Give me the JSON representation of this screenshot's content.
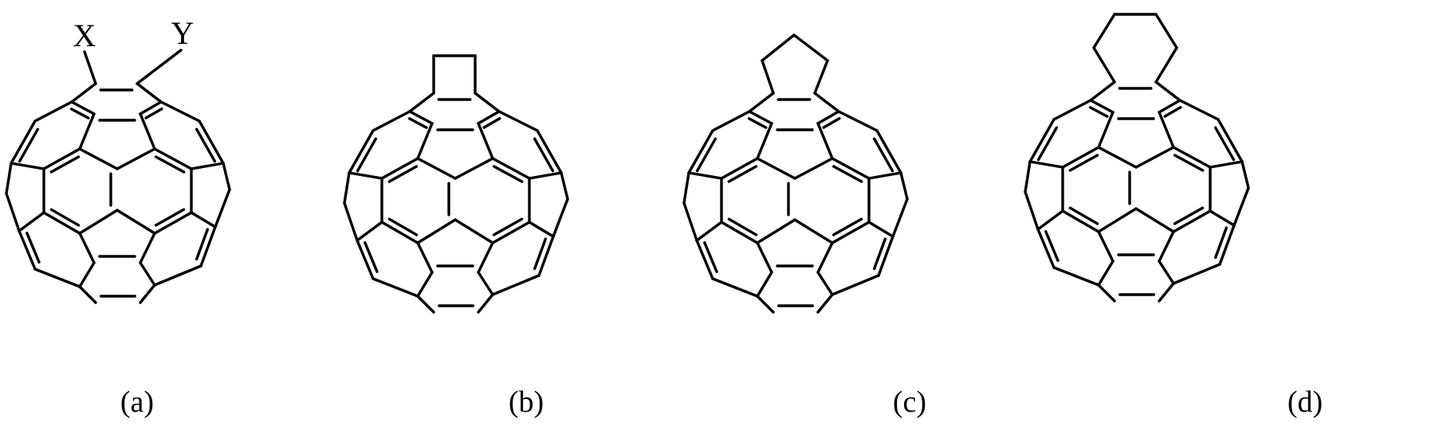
{
  "labels": {
    "a": "(a)",
    "b": "(b)",
    "c": "(c)",
    "d": "(d)"
  },
  "substituents": {
    "x": "X",
    "y": "Y"
  },
  "attached_rings": [
    "none",
    "cyclobutane",
    "cyclopentane",
    "cyclohexane"
  ],
  "line_color": "#000000"
}
